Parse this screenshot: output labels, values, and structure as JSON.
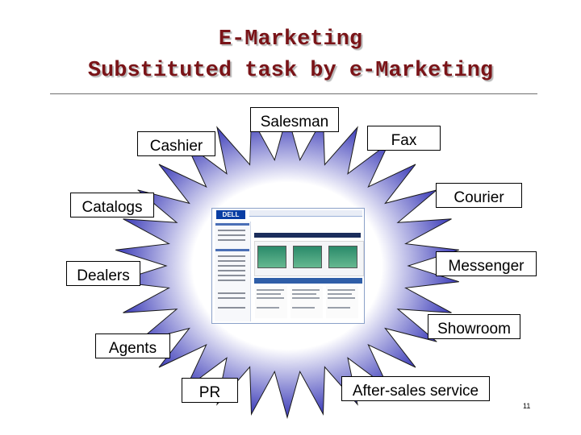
{
  "slide": {
    "title_line1": "E-Marketing",
    "title_line2": "Substituted task by e-Marketing",
    "page_number": "11"
  },
  "diagram": {
    "center_image": "website-screenshot",
    "burst_color": "#3a3ab8",
    "labels": {
      "salesman": "Salesman",
      "fax": "Fax",
      "cashier": "Cashier",
      "courier": "Courier",
      "catalogs": "Catalogs",
      "messenger": "Messenger",
      "dealers": "Dealers",
      "showroom": "Showroom",
      "agents": "Agents",
      "pr": "PR",
      "after_sales": "After-sales service"
    }
  },
  "colors": {
    "title": "#7a1418",
    "title_shadow": "#b9b9b9"
  }
}
